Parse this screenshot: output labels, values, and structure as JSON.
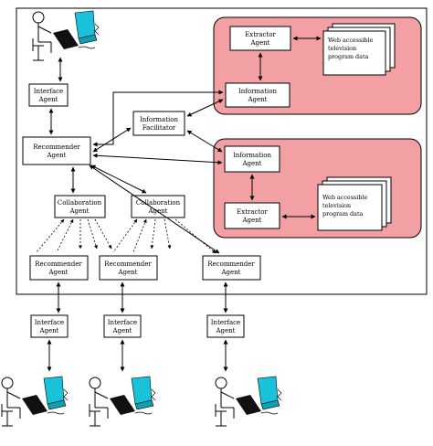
{
  "diagram": {
    "colors": {
      "region_fill": "#f3a0a5",
      "box_stroke": "#000000",
      "monitor": "#19c2d8",
      "keyboard": "#111111"
    },
    "agents": {
      "interface_top": [
        "Interface",
        "Agent"
      ],
      "recommender_main": [
        "Recommender",
        "Agent"
      ],
      "information_facilitator": [
        "Information",
        "Facilitator"
      ],
      "collaboration_1": [
        "Collaboration",
        "Agent"
      ],
      "collaboration_2": [
        "Collaboration",
        "Agent"
      ],
      "recommender_1": [
        "Recommender",
        "Agent"
      ],
      "recommender_2": [
        "Recommender",
        "Agent"
      ],
      "recommender_3": [
        "Recommender",
        "Agent"
      ],
      "interface_1": [
        "Interface",
        "Agent"
      ],
      "interface_2": [
        "Interface",
        "Agent"
      ],
      "interface_3": [
        "Interface",
        "Agent"
      ],
      "extractor_top": [
        "Extractor",
        "Agent"
      ],
      "information_top": [
        "Information",
        "Agent"
      ],
      "information_bottom": [
        "Information",
        "Agent"
      ],
      "extractor_bottom": [
        "Extractor",
        "Agent"
      ]
    },
    "data_sources": {
      "top": [
        "Web accessible",
        "television",
        "program data"
      ],
      "bottom": [
        "Web accessible",
        "television",
        "program data"
      ]
    },
    "icons": [
      "user-at-computer-icon",
      "document-stack-icon"
    ]
  }
}
